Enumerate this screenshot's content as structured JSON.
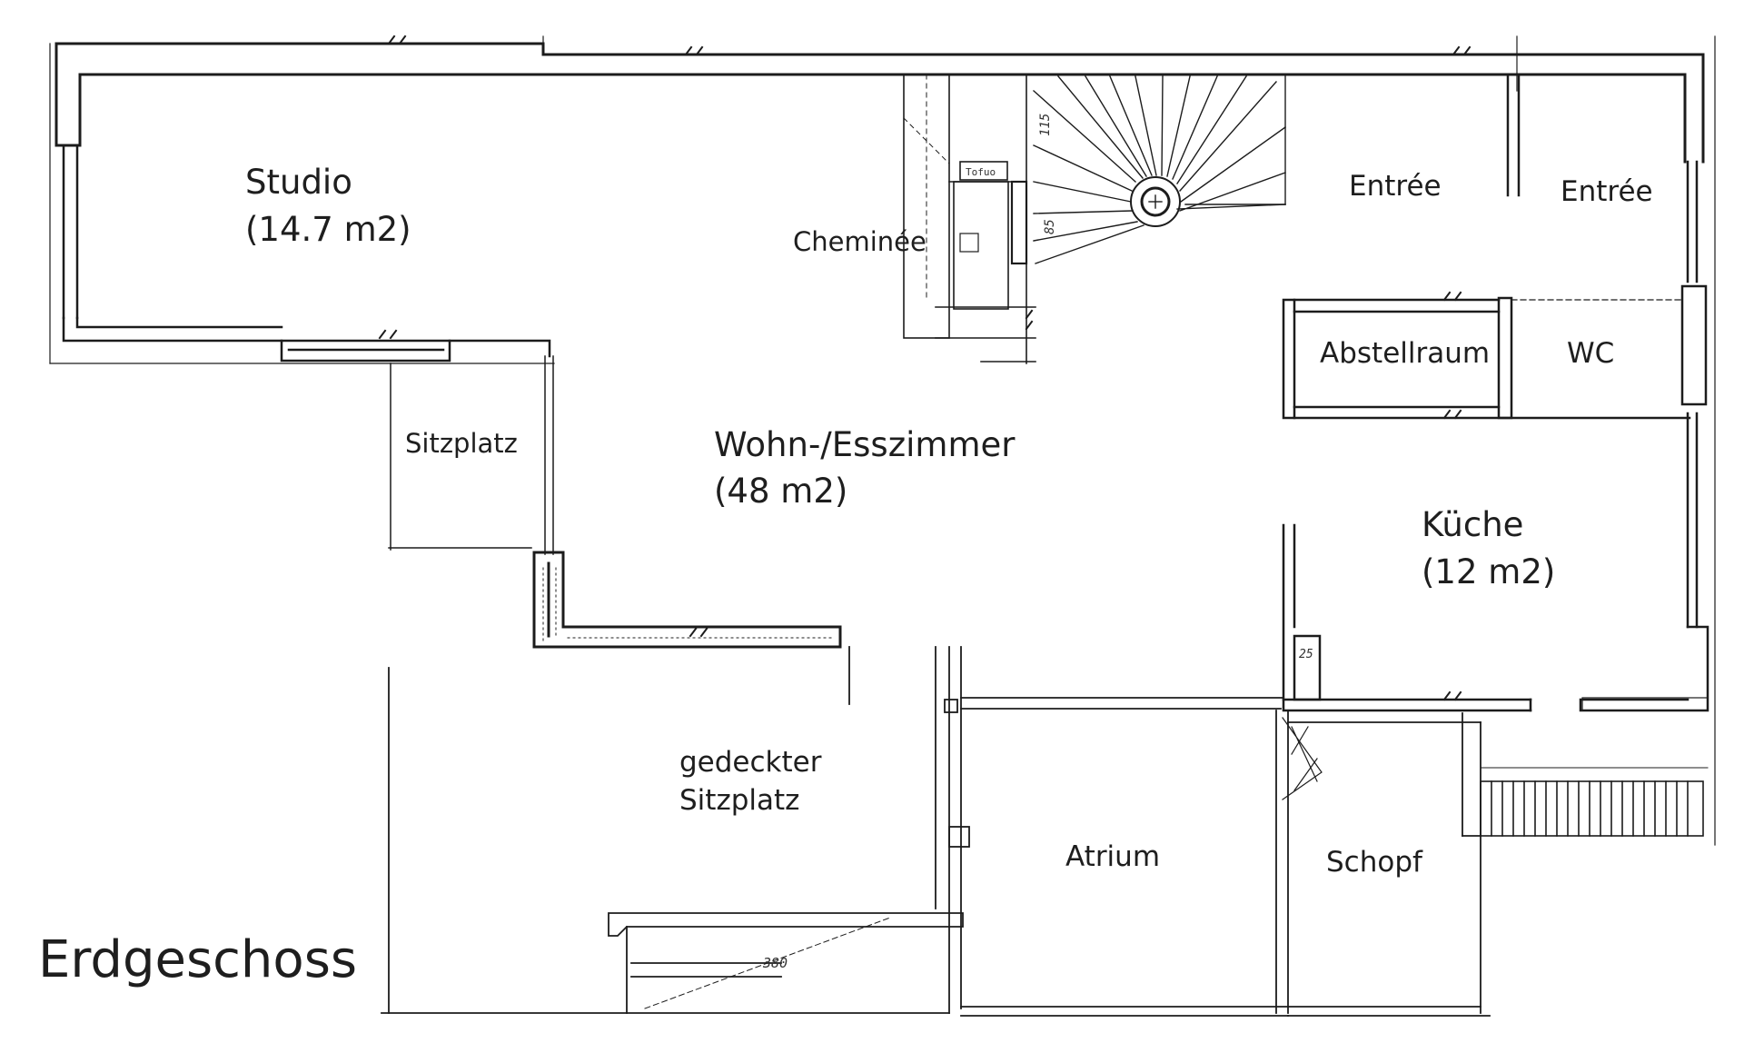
{
  "plan": {
    "title": "Erdgeschoss",
    "rooms": [
      {
        "id": "studio",
        "name": "Studio",
        "area": "(14.7 m2)"
      },
      {
        "id": "cheminee",
        "name": "Cheminée"
      },
      {
        "id": "entree1",
        "name": "Entrée"
      },
      {
        "id": "entree2",
        "name": "Entrée"
      },
      {
        "id": "abstellraum",
        "name": "Abstellraum"
      },
      {
        "id": "wc",
        "name": "WC"
      },
      {
        "id": "sitzplatz",
        "name": "Sitzplatz"
      },
      {
        "id": "wohn",
        "name": "Wohn-/Esszimmer",
        "area": "(48 m2)"
      },
      {
        "id": "kueche",
        "name": "Küche",
        "area": "(12 m2)"
      },
      {
        "id": "gedeckter",
        "name": "gedeckter",
        "name2": "Sitzplatz"
      },
      {
        "id": "atrium",
        "name": "Atrium"
      },
      {
        "id": "schopf",
        "name": "Schopf"
      }
    ],
    "dimensions": [
      "115",
      "85",
      "25",
      "380"
    ],
    "appliance_label": "Tofuo"
  }
}
